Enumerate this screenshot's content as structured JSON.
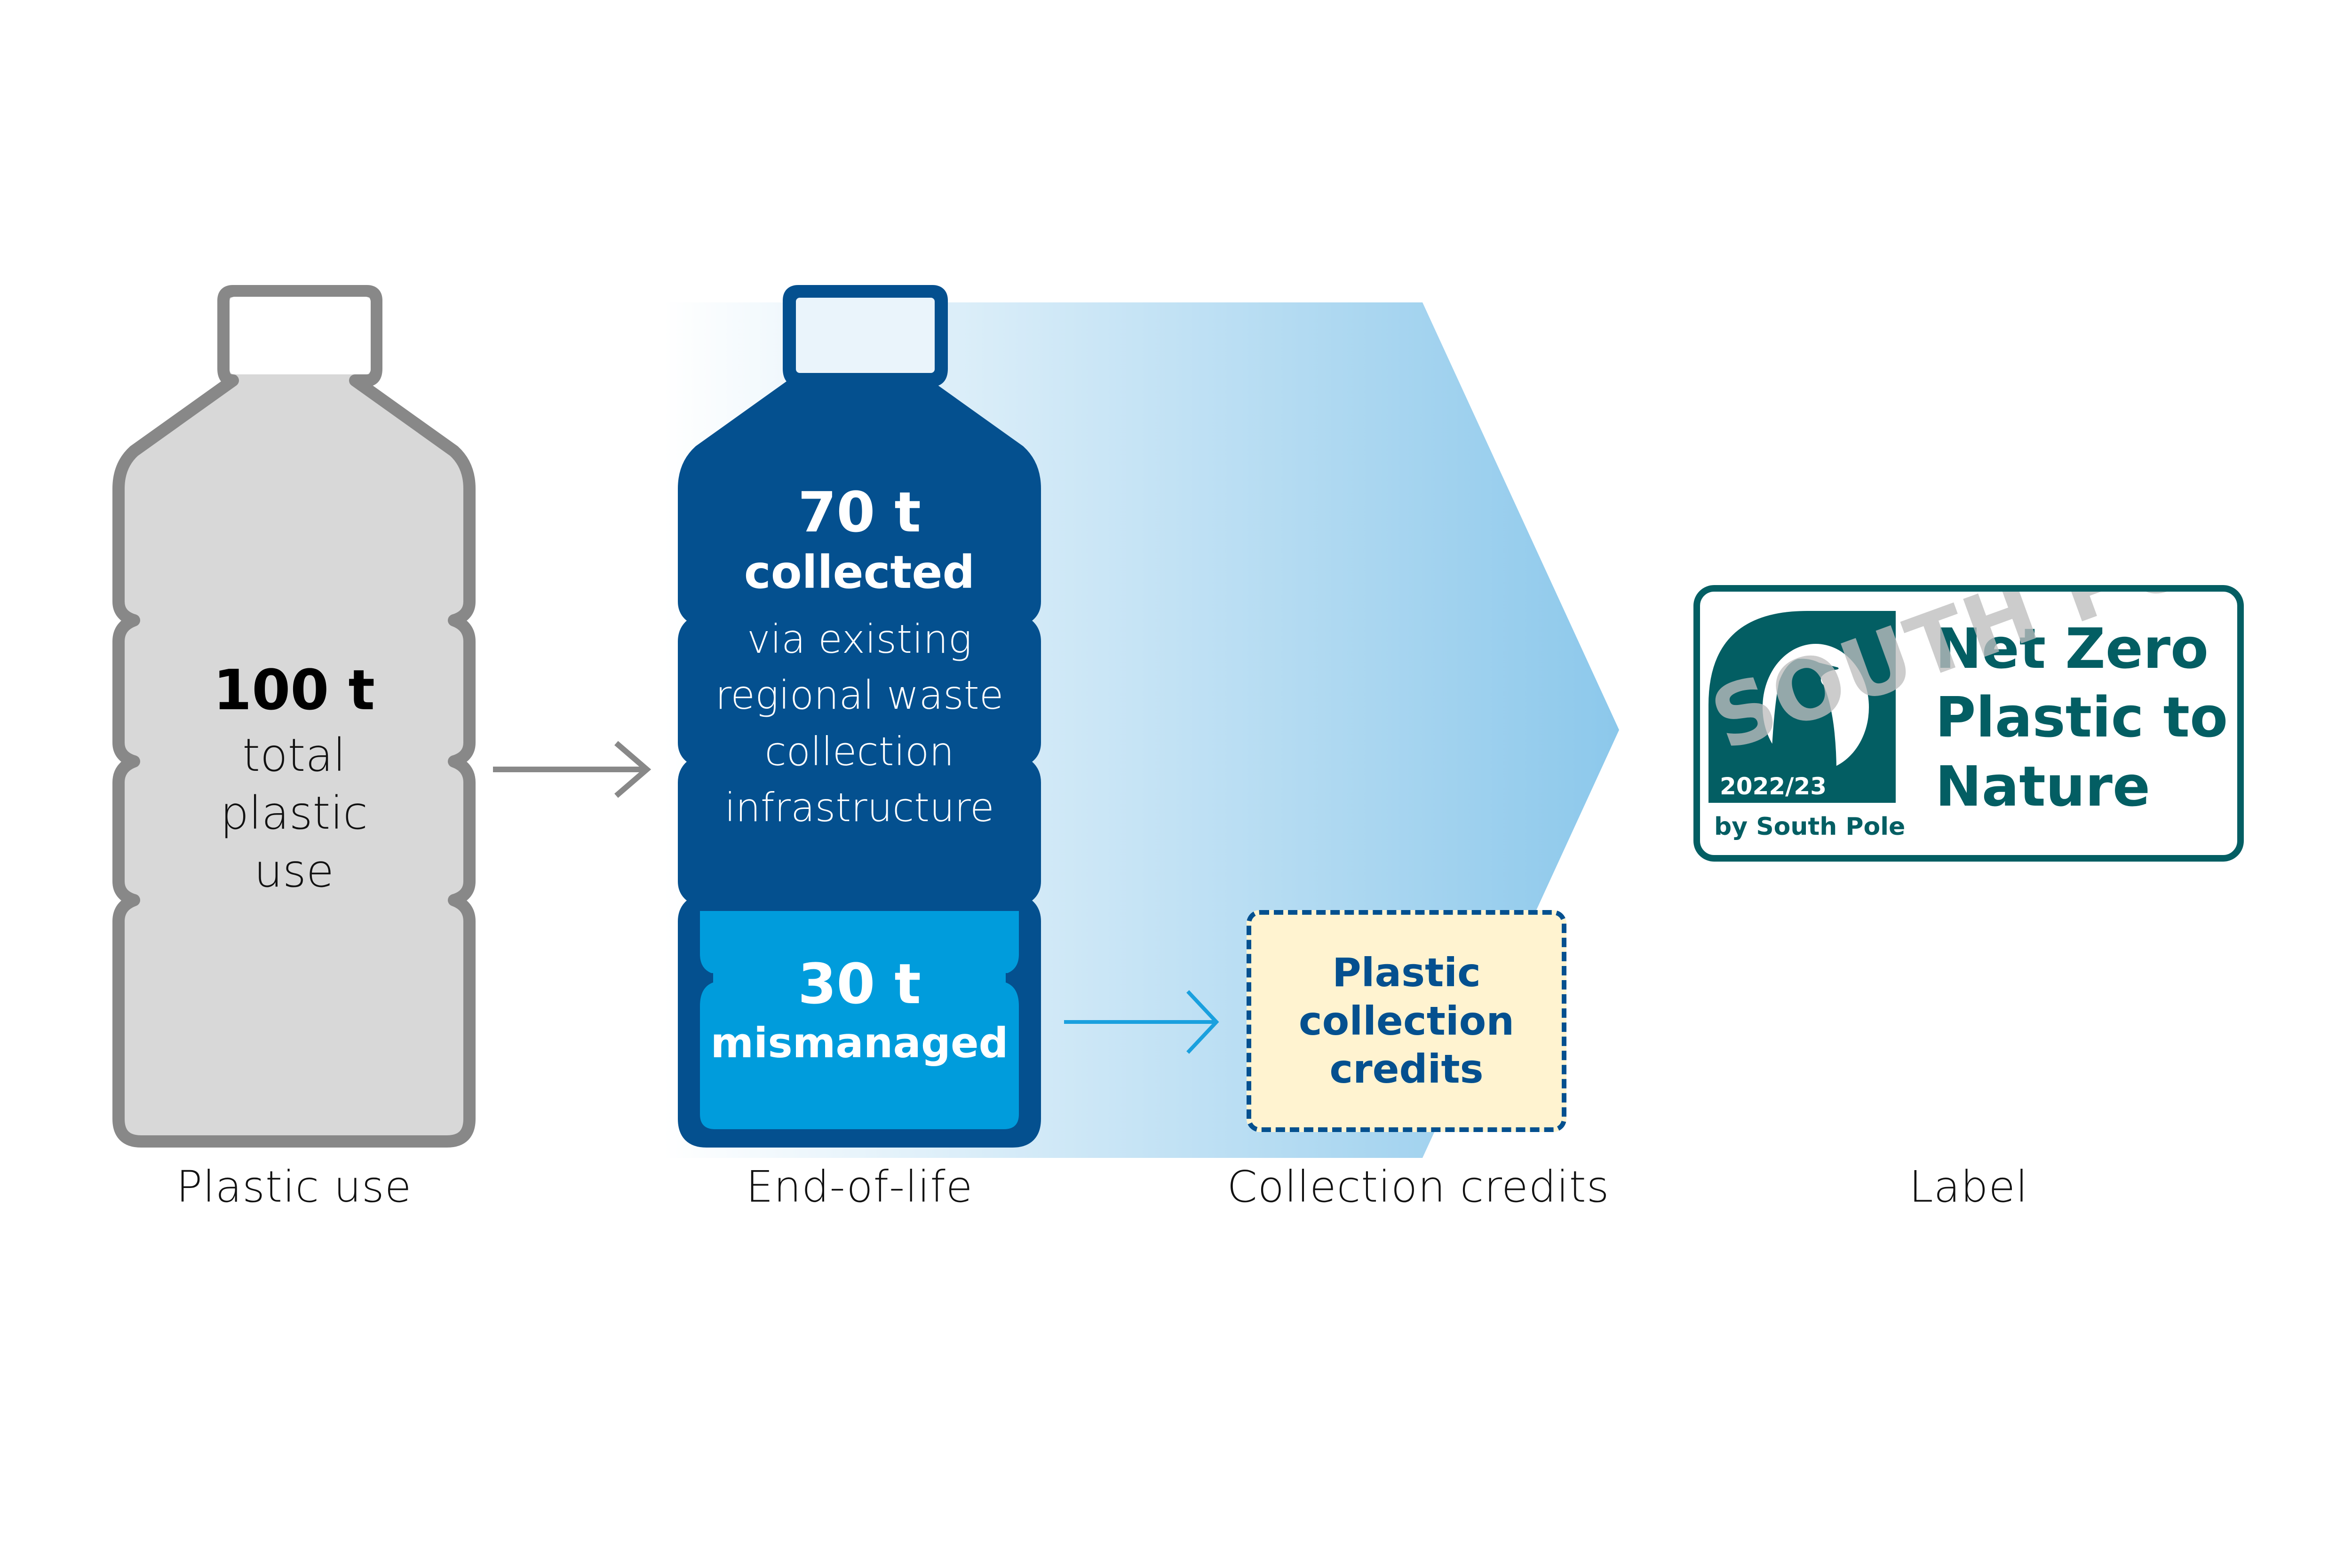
{
  "colors": {
    "grey_stroke": "#888888",
    "grey_fill": "#D8D8D8",
    "dark_blue": "#04508F",
    "light_blue": "#009CDC",
    "band_start": "#FFFFFF",
    "band_end": "#8CC8EB",
    "credits_fill": "#FFF3D0",
    "teal": "#035E63"
  },
  "stages": [
    {
      "caption": "Plastic use"
    },
    {
      "caption": "End-of-life"
    },
    {
      "caption": "Collection credits"
    },
    {
      "caption": "Label"
    }
  ],
  "plastic_use": {
    "value": "100 t",
    "description": "total plastic use"
  },
  "end_of_life": {
    "collected": {
      "value": "70 t",
      "label": "collected",
      "description_lines": [
        "via existing",
        "regional waste",
        "collection",
        "infrastructure"
      ]
    },
    "mismanaged": {
      "value": "30 t",
      "label": "mismanaged"
    }
  },
  "collection_credits": {
    "text": "Plastic\ncollection\ncredits"
  },
  "label": {
    "title": "Net Zero\nPlastic to\nNature",
    "year": "2022/23",
    "issuer": "by South Pole",
    "watermark": "SOUTH POLE",
    "icon": "penguin-icon"
  },
  "arrows": [
    {
      "from": "plastic_use",
      "to": "end_of_life",
      "icon": "arrow-right-icon"
    },
    {
      "from": "mismanaged",
      "to": "collection_credits",
      "icon": "arrow-right-icon"
    }
  ]
}
